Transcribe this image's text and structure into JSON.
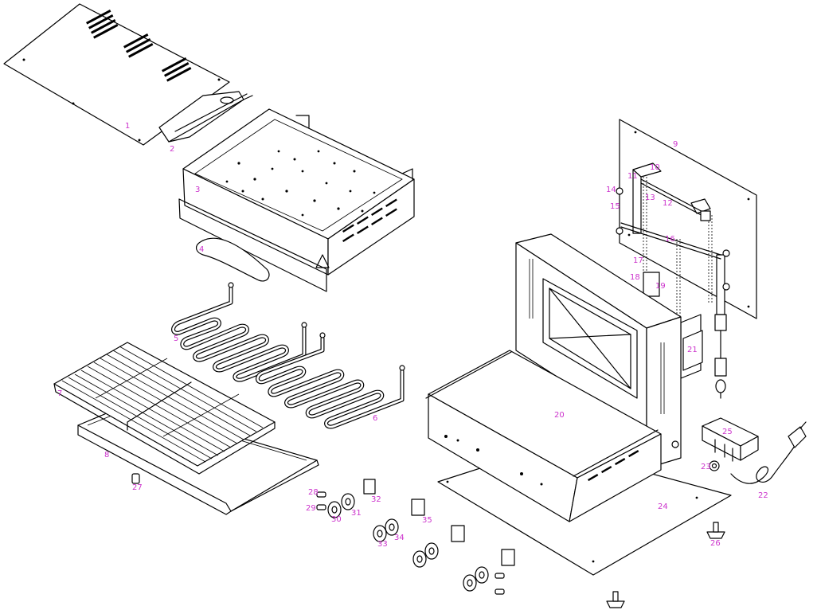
{
  "diagram": {
    "type": "exploded-parts-view",
    "callout_color": "#cc33cc",
    "line_color": "#000000",
    "background": "#ffffff",
    "callouts": [
      "1",
      "2",
      "3",
      "4",
      "5",
      "6",
      "7",
      "8",
      "9",
      "10",
      "11",
      "12",
      "13",
      "14",
      "15",
      "16",
      "17",
      "18",
      "19",
      "20",
      "21",
      "22",
      "23",
      "24",
      "25",
      "26",
      "27",
      "28",
      "29",
      "30",
      "31",
      "32",
      "33",
      "34",
      "35"
    ]
  }
}
